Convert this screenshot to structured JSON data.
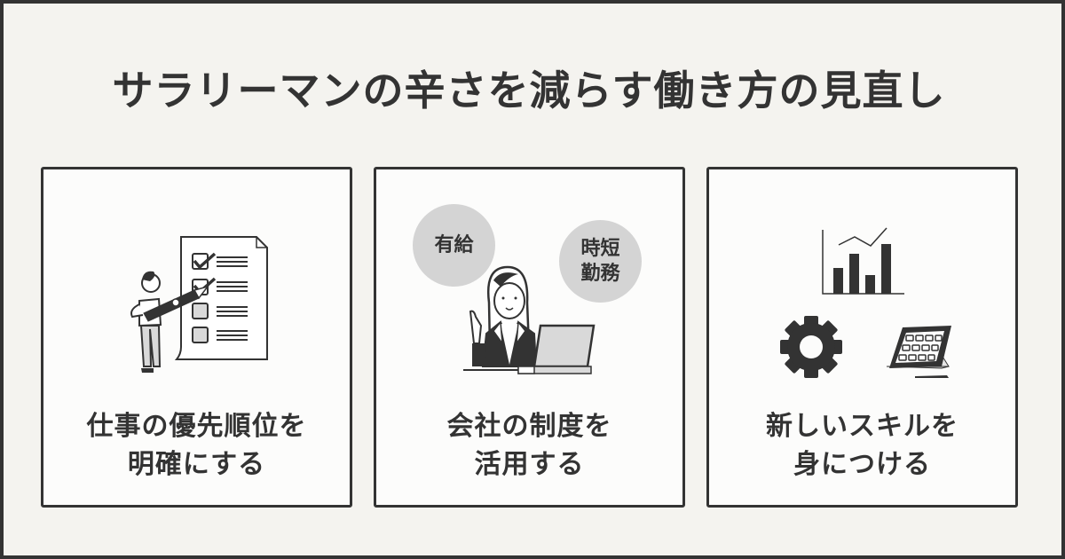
{
  "title": "サラリーマンの辛さを減らす働き方の見直し",
  "colors": {
    "background": "#f4f3ef",
    "border": "#333333",
    "card_background": "#fcfcfb",
    "text": "#333333",
    "bubble": "#d4d4d4",
    "illustration_fill": "#d9d9d9"
  },
  "cards": [
    {
      "label_line1": "仕事の優先順位を",
      "label_line2": "明確にする",
      "illustration": "person-checklist-illustration"
    },
    {
      "label_line1": "会社の制度を",
      "label_line2": "活用する",
      "illustration": "businesswoman-laptop-illustration",
      "bubbles": [
        "有給",
        "時短\n勤務"
      ],
      "bubble1": "有給",
      "bubble2_line1": "時短",
      "bubble2_line2": "勤務"
    },
    {
      "label_line1": "新しいスキルを",
      "label_line2": "身につける",
      "illustration": "chart-gear-tablet-illustration"
    }
  ]
}
